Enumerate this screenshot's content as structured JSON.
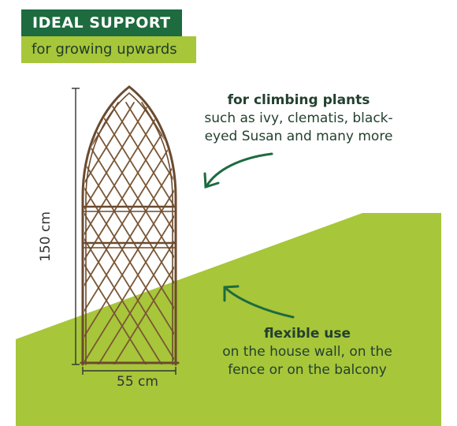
{
  "header": {
    "title": "IDEAL SUPPORT",
    "subtitle": "for growing upwards"
  },
  "features": [
    {
      "heading": "for climbing plants",
      "lines": [
        "such as ivy, clematis, black-",
        "eyed Susan and many more"
      ]
    },
    {
      "heading": "flexible use",
      "lines": [
        "on the house wall, on the",
        "fence or on the balcony"
      ]
    }
  ],
  "dimensions": {
    "height": "150 cm",
    "width": "55 cm"
  },
  "colors": {
    "dark_green": "#1d6b3f",
    "lime_green": "#a7c63a",
    "text": "#23412f",
    "willow": "#6b4a2e"
  }
}
